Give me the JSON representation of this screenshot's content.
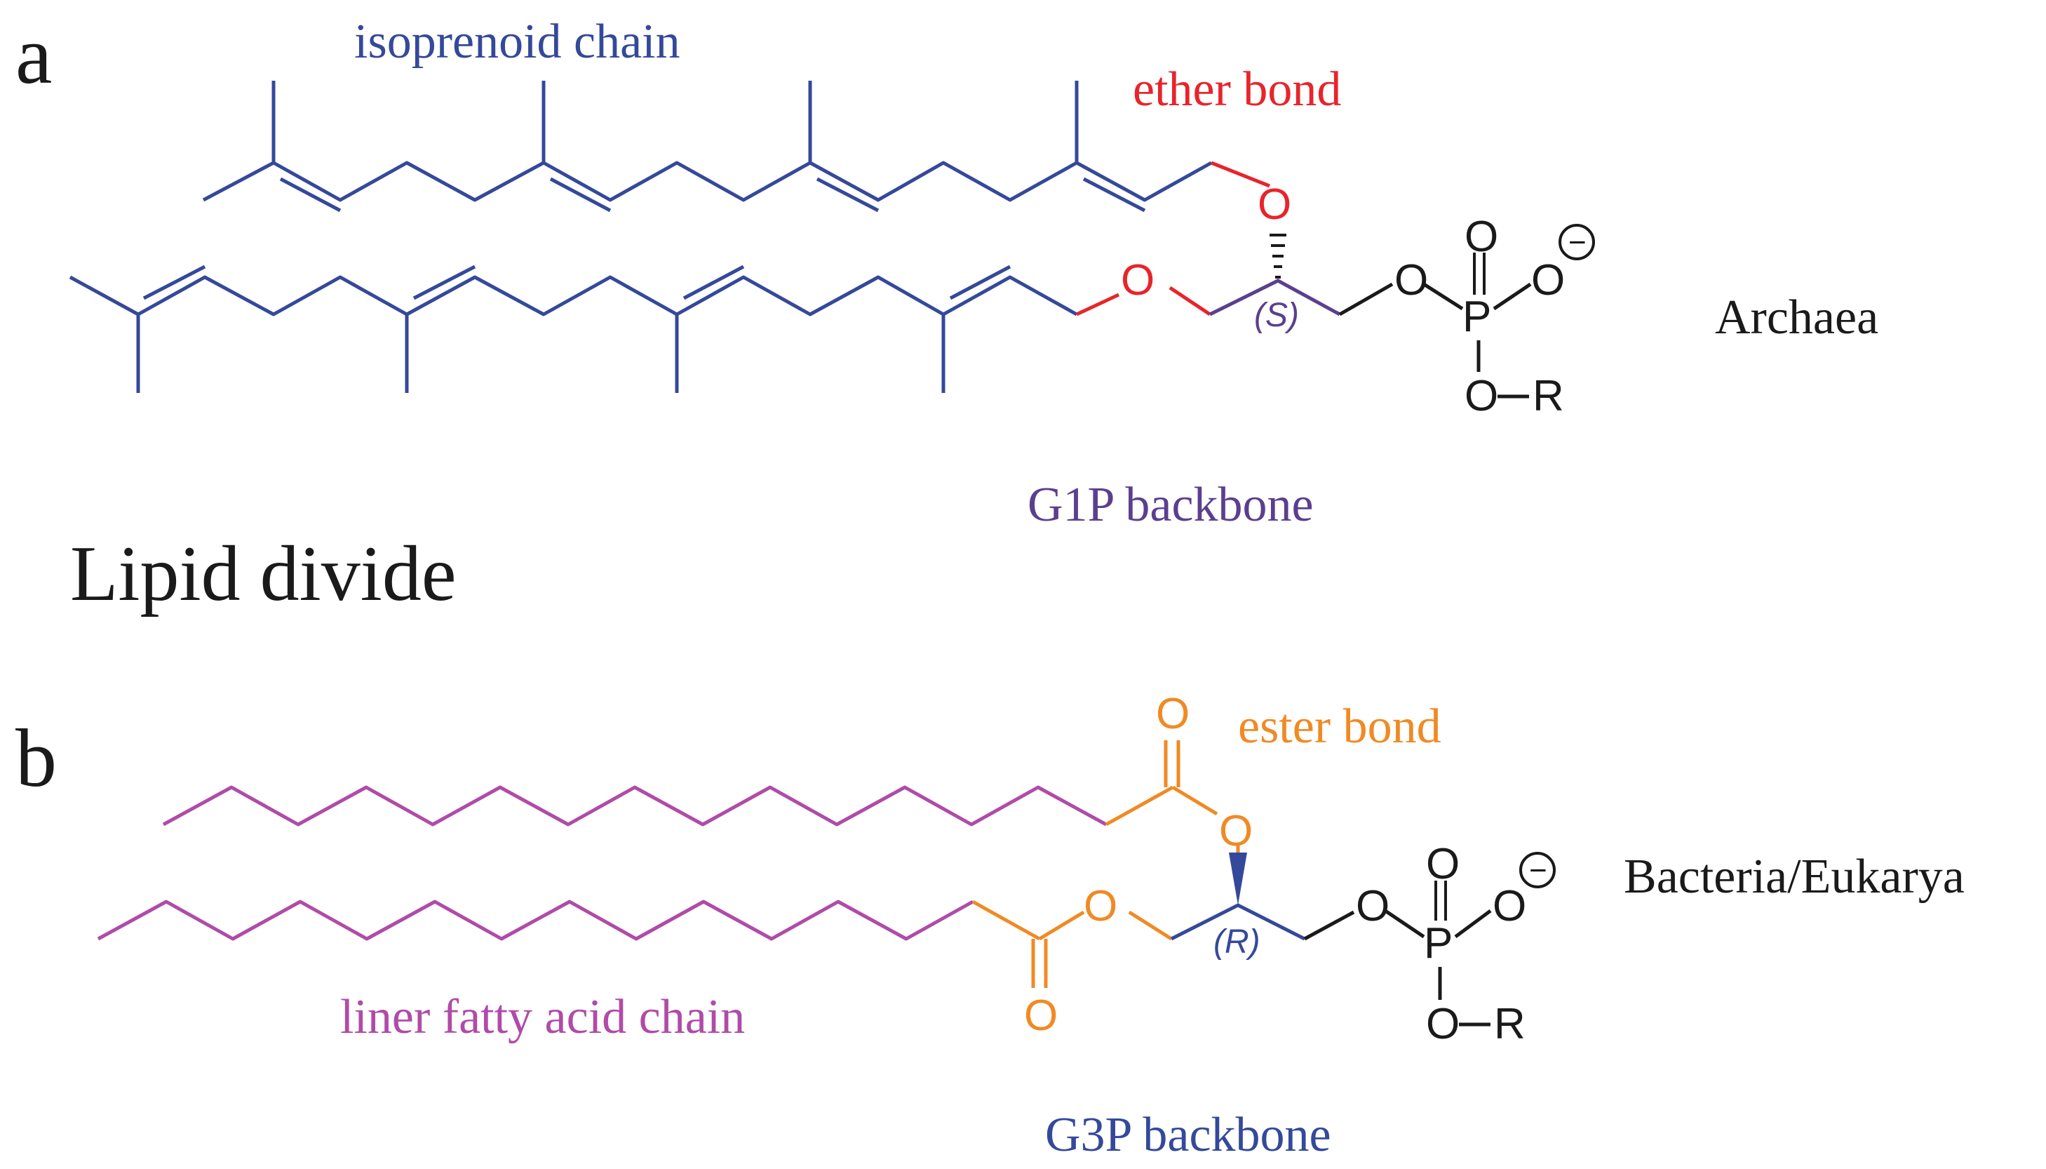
{
  "panel_a": {
    "letter": "a",
    "chain_label": "isoprenoid chain",
    "bond_label": "ether bond",
    "backbone_label": "G1P backbone",
    "stereo": "(S)",
    "domain_label": "Archaea",
    "atoms": {
      "o1": "O",
      "o2": "O",
      "o3": "O",
      "o4": "O",
      "o5": "O",
      "o6": "O",
      "p": "P",
      "r": "R",
      "minus": "−"
    }
  },
  "divide_label": "Lipid divide",
  "panel_b": {
    "letter": "b",
    "chain_label": "liner fatty acid chain",
    "bond_label": "ester bond",
    "backbone_label": "G3P backbone",
    "stereo": "(R)",
    "domain_label": "Bacteria/Eukarya",
    "atoms": {
      "o1": "O",
      "o2": "O",
      "o3": "O",
      "o4": "O",
      "o5": "O",
      "o6": "O",
      "o7": "O",
      "o8": "O",
      "p": "P",
      "r": "R",
      "minus": "−"
    }
  },
  "colors": {
    "isoprenoid": "#34499a",
    "ether": "#e8242b",
    "g1p": "#5b3f8f",
    "fatty": "#b04ba8",
    "ester": "#f08a24",
    "g3p": "#34499a",
    "text": "#1a1a1a"
  }
}
